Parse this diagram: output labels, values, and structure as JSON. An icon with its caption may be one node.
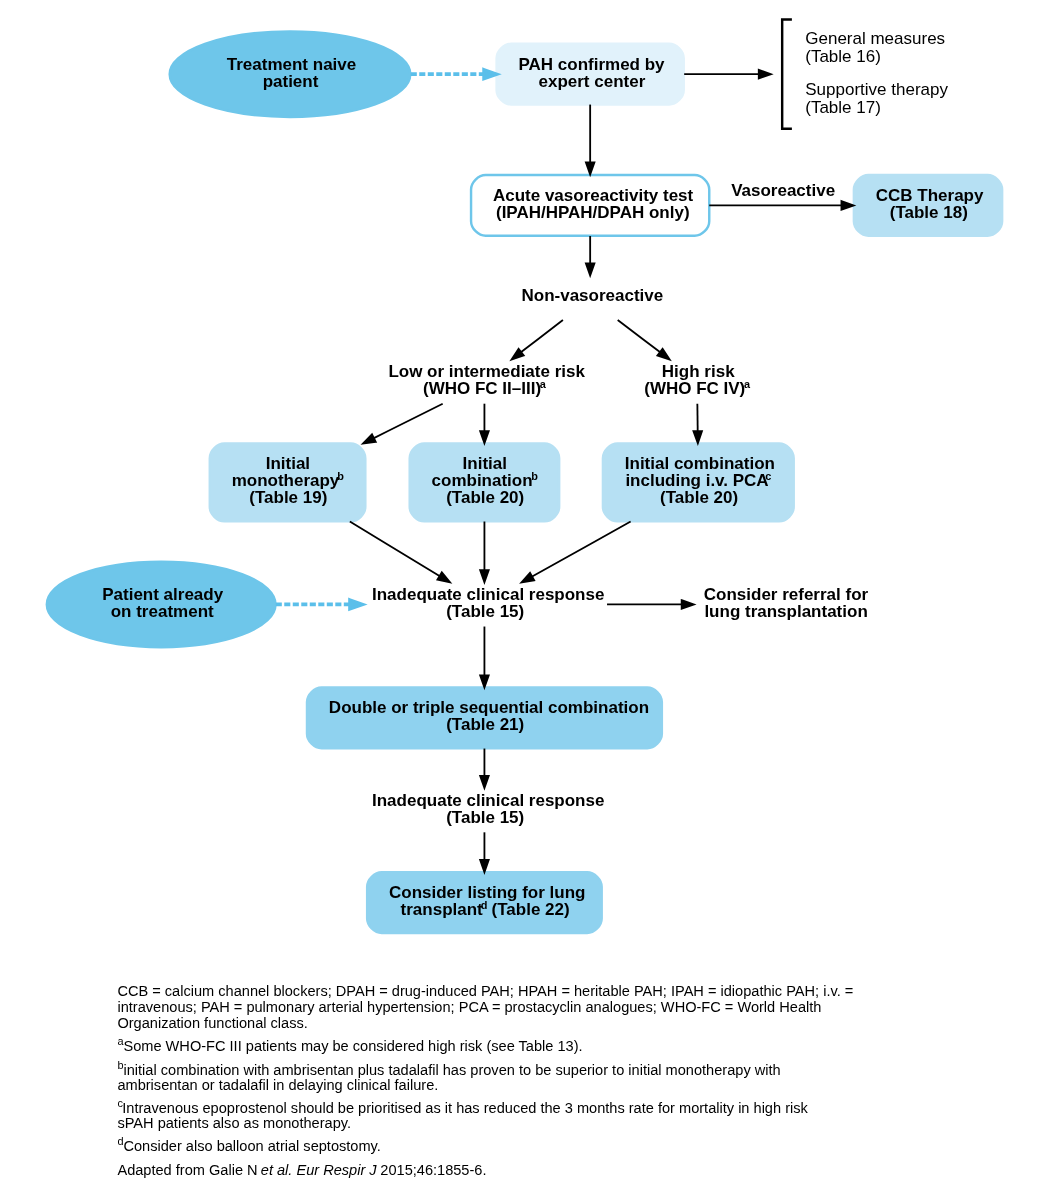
{
  "diagram": {
    "nodes": [
      {
        "text": [
          "Treatment naive patient"
        ]
      },
      {
        "text": [
          "PAH confirmed by expert center"
        ]
      },
      {
        "text": [
          "General measures (Table 16)",
          "Supportive therapy (Table 17)"
        ]
      },
      {
        "text": [
          "Acute vasoreactivity test (IPAH/HPAH/DPAH only)"
        ]
      },
      {
        "text": [
          "CCB Therapy (Table 18)"
        ]
      },
      {
        "text": [
          "Non-vasoreactive"
        ]
      },
      {
        "text": [
          "Low or intermediate risk (WHO FC II–III)$^{a}$"
        ]
      },
      {
        "text": [
          "High risk (WHO FC IV)$^{a}$"
        ]
      },
      {
        "text": [
          "Initial monotherapy$^{b}$ (Table 19)"
        ]
      },
      {
        "text": [
          "Initial combination$^{b}$ (Table 20)"
        ]
      },
      {
        "text": [
          "Initial combination including i.v. PCA$^{c}$ (Table 20)"
        ]
      },
      {
        "text": [
          "Patient already on treatment"
        ]
      },
      {
        "text": [
          "Inadequate clinical response (Table 15)"
        ]
      },
      {
        "text": [
          "Consider referral for lung transplantation"
        ]
      },
      {
        "text": [
          "Double or triple sequential combination (Table 21)"
        ]
      },
      {
        "text": [
          "Inadequate clinical response (Table 15)"
        ]
      },
      {
        "text": [
          "Consider listing for lung transplant$^{d}$ (Table 22)"
        ]
      }
    ],
    "edges": [
      {
        "from": 0,
        "to": 1,
        "arrow": "to",
        "style": "dashed",
        "color": "#5bbfea"
      },
      {
        "from": 1,
        "to": 2,
        "arrow": "to"
      },
      {
        "from": 1,
        "to": 3,
        "arrow": "to"
      },
      {
        "from": 3,
        "to": 4,
        "arrow": "to",
        "label": "Vasoreactive"
      },
      {
        "from": 3,
        "to": 5,
        "arrow": "to"
      },
      {
        "from": 5,
        "to": 6,
        "arrow": "to"
      },
      {
        "from": 5,
        "to": 7,
        "arrow": "to"
      },
      {
        "from": 6,
        "to": 8,
        "arrow": "to"
      },
      {
        "from": 6,
        "to": 9,
        "arrow": "to"
      },
      {
        "from": 7,
        "to": 10,
        "arrow": "to"
      },
      {
        "from": 8,
        "to": 12,
        "arrow": "to"
      },
      {
        "from": 9,
        "to": 12,
        "arrow": "to"
      },
      {
        "from": 10,
        "to": 12,
        "arrow": "to"
      },
      {
        "from": 11,
        "to": 12,
        "arrow": "to",
        "style": "dashed",
        "color": "#5bbfea"
      },
      {
        "from": 12,
        "to": 13,
        "arrow": "to"
      },
      {
        "from": 12,
        "to": 14,
        "arrow": "to"
      },
      {
        "from": 14,
        "to": 15,
        "arrow": "to"
      },
      {
        "from": 15,
        "to": 16,
        "arrow": "to"
      }
    ],
    "labels": [
      "CCB = calcium channel blockers; DPAH = drug-induced PAH; HPAH = heritable PAH; IPAH = idiopathic PAH; i.v. = intravenous; PAH = pulmonary arterial hypertension; PCA = prostacyclin analogues; WHO-FC = World Health Organization functional class.",
      "$^{a}$Some WHO-FC III patients may be considered high risk (see Table 13).",
      "$^{b}$initial combination with ambrisentan plus tadalafil has proven to be superior to initial monotherapy with ambrisentan or tadalafil in delaying clinical failure.",
      "$^{c}$Intravenous epoprostenol should be prioritised as it has reduced the 3 months rate for mortality in high risk sPAH patients also as monotherapy.",
      "$^{d}$Consider also balloon atrial septostomy.",
      "Adapted from Galie N *et al. Eur Respir J* 2015;46:1855-6."
    ]
  }
}
